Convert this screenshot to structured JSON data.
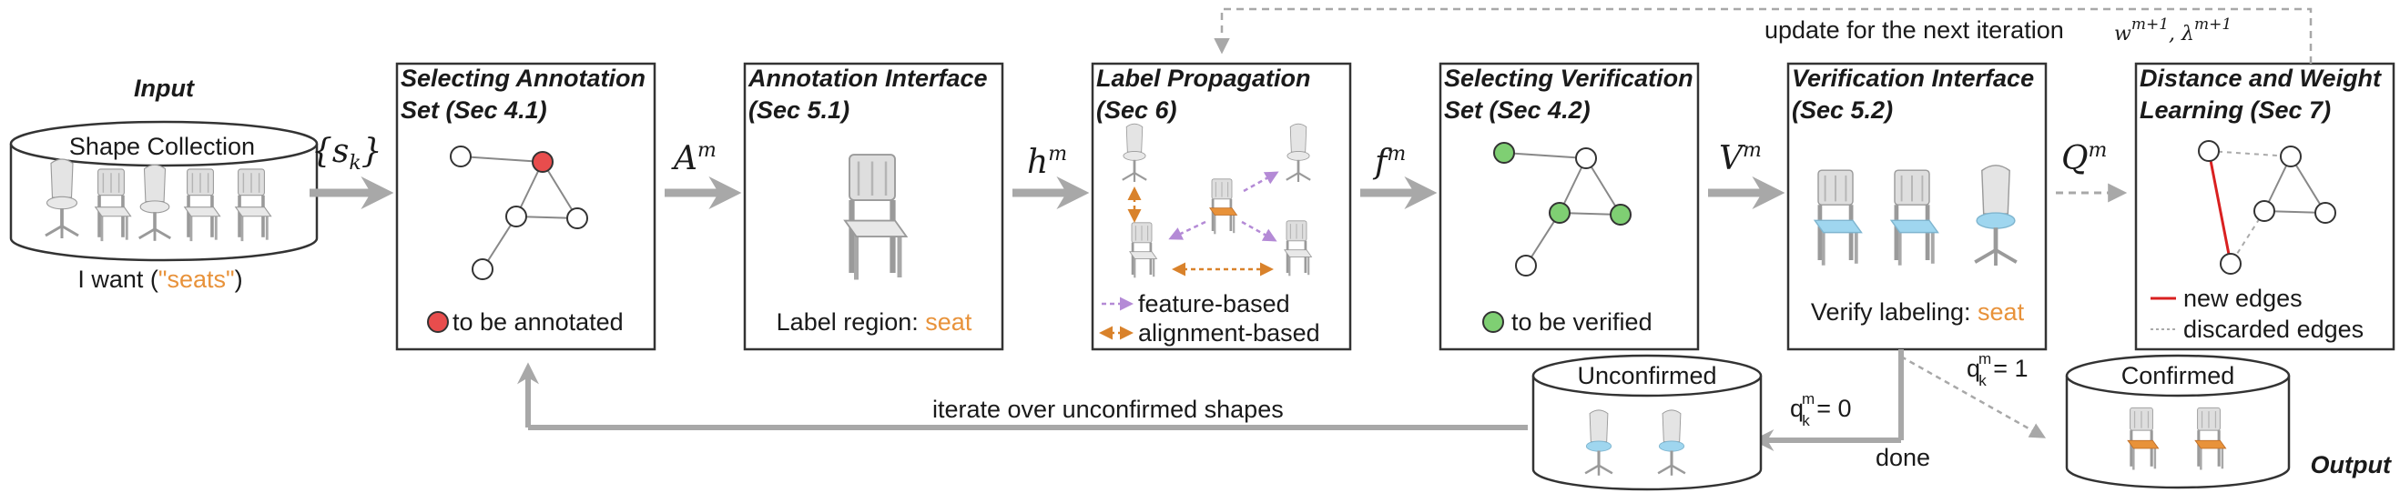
{
  "input": {
    "heading": "Input",
    "collection_label": "Shape Collection",
    "query_prefix": "I want (",
    "query_word": "\"seats\"",
    "query_suffix": ")"
  },
  "output": {
    "heading": "Output",
    "confirmed_label": "Confirmed"
  },
  "stages": {
    "annotation_set": {
      "title_line1": "Selecting Annotation",
      "title_line2": "Set (Sec 4.1)",
      "legend": "to be annotated"
    },
    "annotation_interface": {
      "title_line1": "Annotation Interface",
      "title_line2": "(Sec 5.1)",
      "caption_prefix": "Label region: ",
      "caption_word": "seat"
    },
    "label_propagation": {
      "title_line1": "Label Propagation",
      "title_line2": "(Sec 6)",
      "legend_feature": "feature-based",
      "legend_alignment": "alignment-based"
    },
    "verification_set": {
      "title_line1": "Selecting Verification",
      "title_line2": "Set (Sec 4.2)",
      "legend": "to be verified"
    },
    "verification_interface": {
      "title_line1": "Verification Interface",
      "title_line2": "(Sec 5.2)",
      "caption_prefix": "Verify labeling: ",
      "caption_word": "seat"
    },
    "distance_learning": {
      "title_line1": "Distance and Weight",
      "title_line2": "Learning (Sec 7)",
      "legend_new": "new edges",
      "legend_discarded": "discarded edges"
    }
  },
  "arrows": {
    "s_k": "{s",
    "s_k_sub": "k",
    "s_k_close": "}",
    "A": "A",
    "A_sup": "m",
    "h": "h",
    "h_sup": "m",
    "f": "f",
    "f_sup": "m",
    "V": "V",
    "V_sup": "m",
    "Q": "Q",
    "Q_sup": "m"
  },
  "feedback": {
    "update_text": "update for the next iteration",
    "update_math": "w",
    "update_math_sup1": "m+1",
    "update_math_sep": ", λ",
    "update_math_sup2": "m+1",
    "iterate_text": "iterate over unconfirmed shapes",
    "q0_main": "q",
    "q0_sup": "m",
    "q0_sub": "k",
    "q0_eq": " = 0",
    "q1_main": "q",
    "q1_sup": "m",
    "q1_sub": "k",
    "q1_eq": " = 1",
    "done": "done",
    "unconfirmed_label": "Unconfirmed"
  },
  "colors": {
    "arrow_gray": "#a8a8a8",
    "annotate_red": "#e84d4d",
    "verify_green": "#7fcf73",
    "accent_orange": "#e8923a",
    "feature_purple": "#b48ad6",
    "alignment_orange": "#d9822b",
    "seat_blue": "#9fd6ef",
    "new_edge_red": "#d92020"
  }
}
